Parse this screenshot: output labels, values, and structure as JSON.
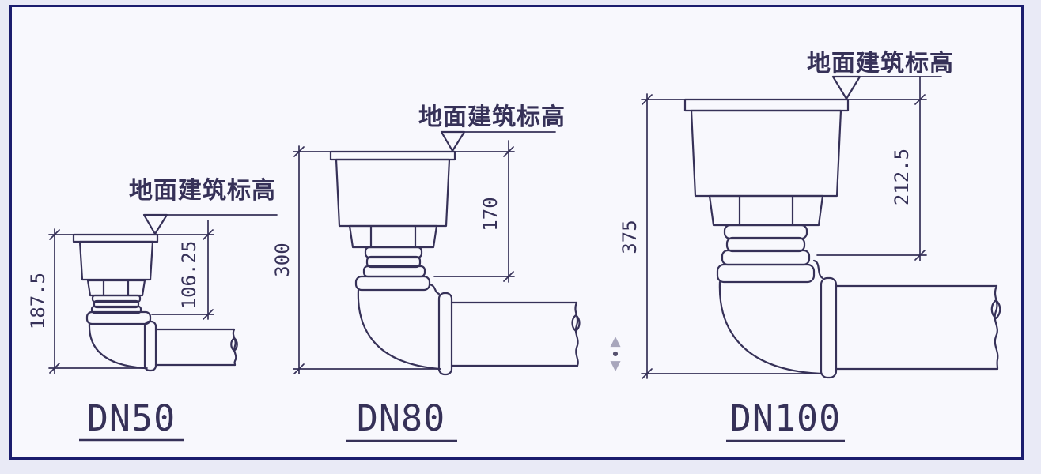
{
  "colors": {
    "line": "#363158",
    "border": "#1b1d6e",
    "paper": "#f8f8fd",
    "outer": "#e9eaf6",
    "widget": "#a8a6bc",
    "widget-dot": "#55506e"
  },
  "drawings": [
    {
      "label": "DN50",
      "annotation": "地面建筑标高",
      "total_height": "187.5",
      "upper_height": "106.25"
    },
    {
      "label": "DN80",
      "annotation": "地面建筑标高",
      "total_height": "300",
      "upper_height": "170"
    },
    {
      "label": "DN100",
      "annotation": "地面建筑标高",
      "total_height": "375",
      "upper_height": "212.5"
    }
  ],
  "spinner": {
    "up": "▲",
    "down": "▼",
    "dot": "●"
  }
}
